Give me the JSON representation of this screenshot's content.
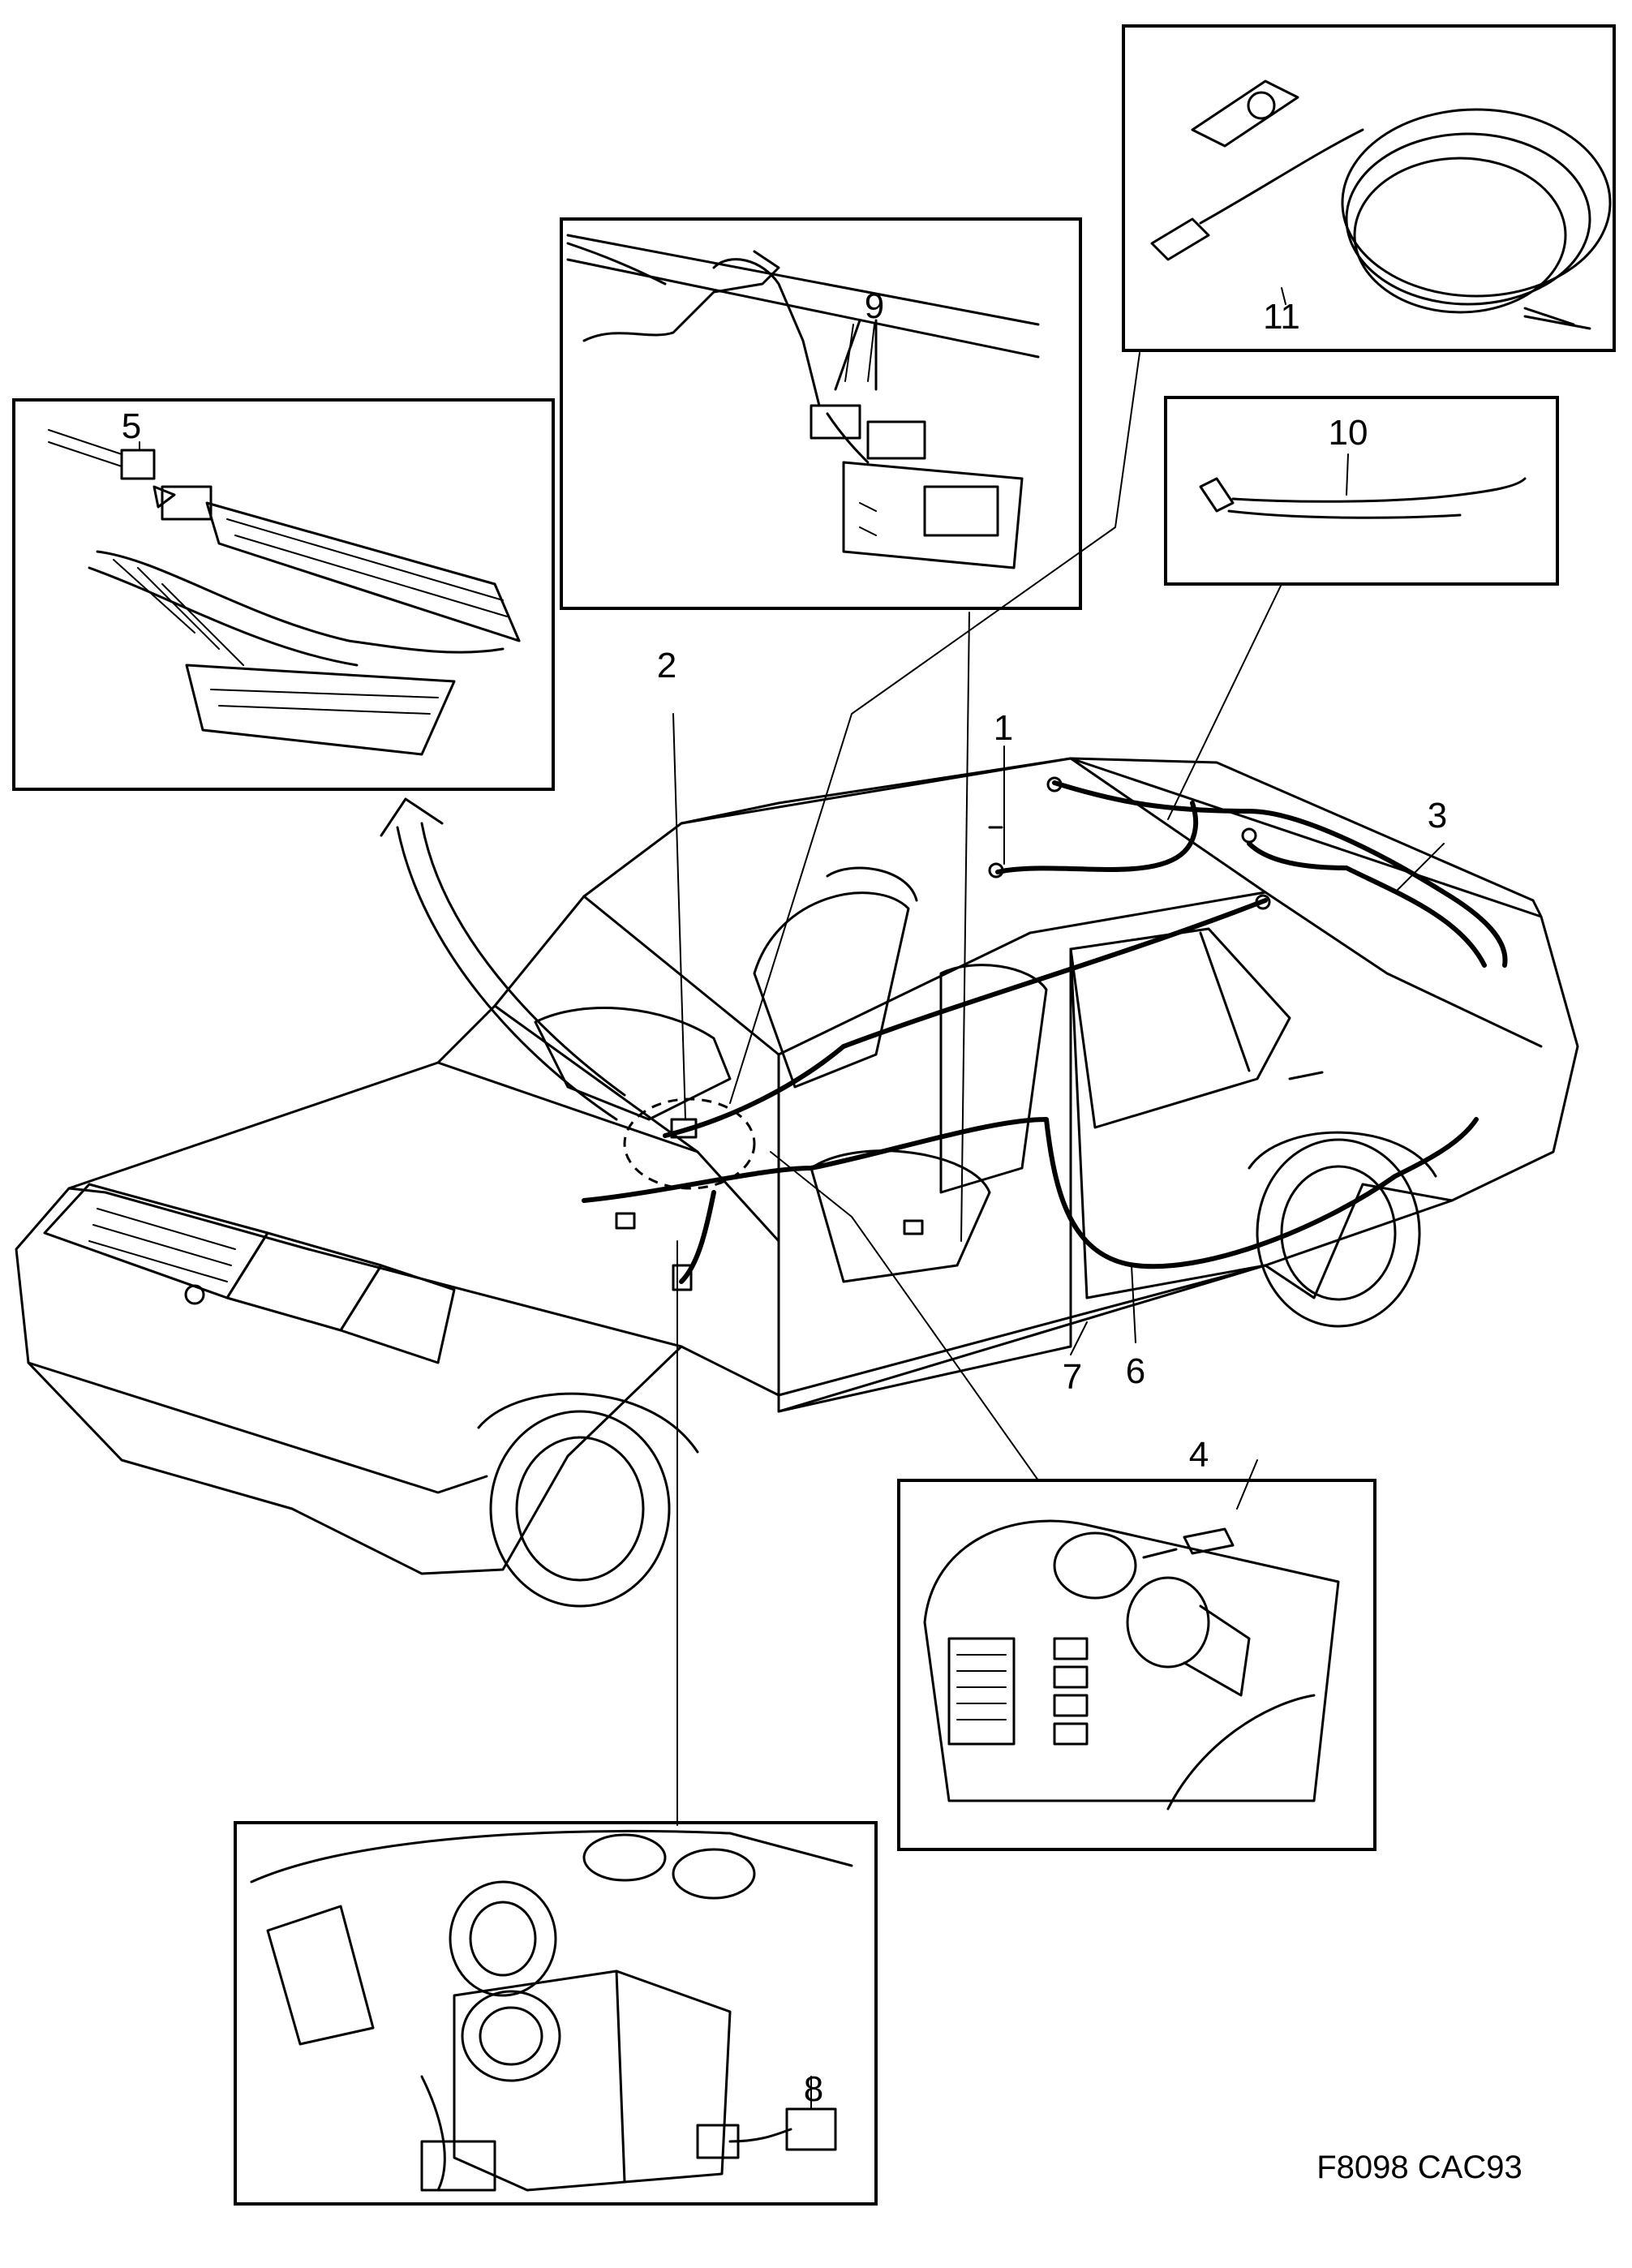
{
  "figure_code": "F8098 CAC93",
  "callouts": {
    "c1": "1",
    "c2": "2",
    "c3": "3",
    "c4": "4",
    "c5": "5",
    "c6": "6",
    "c7": "7",
    "c8": "8",
    "c9": "9",
    "c10": "10",
    "c11": "11"
  },
  "colors": {
    "ink": "#000000",
    "paper": "#ffffff"
  }
}
